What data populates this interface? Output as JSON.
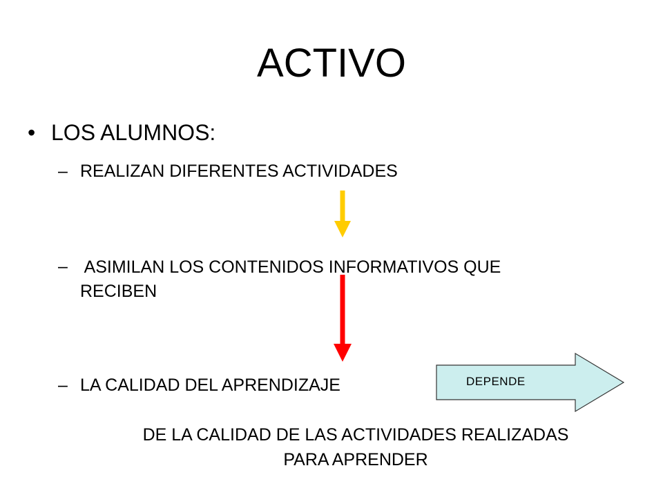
{
  "slide": {
    "title": "ACTIVO",
    "bullet": {
      "marker": "•",
      "text": "LOS ALUMNOS:"
    },
    "sub_items": [
      {
        "dash": "–",
        "text": "REALIZAN DIFERENTES ACTIVIDADES"
      },
      {
        "dash": "–",
        "line1": " ASIMILAN LOS CONTENIDOS INFORMATIVOS QUE",
        "line2": "RECIBEN"
      },
      {
        "dash": "–",
        "text": "LA CALIDAD  DEL APRENDIZAJE"
      }
    ],
    "depende_label": "DEPENDE",
    "conclusion": {
      "line1": "DE LA CALIDAD DE LAS ACTIVIDADES REALIZADAS",
      "line2": "PARA APRENDER"
    }
  },
  "colors": {
    "arrow_yellow": "#FFCC00",
    "arrow_red": "#FF0000",
    "depende_fill": "#CCEEEE",
    "depende_stroke": "#333333"
  }
}
